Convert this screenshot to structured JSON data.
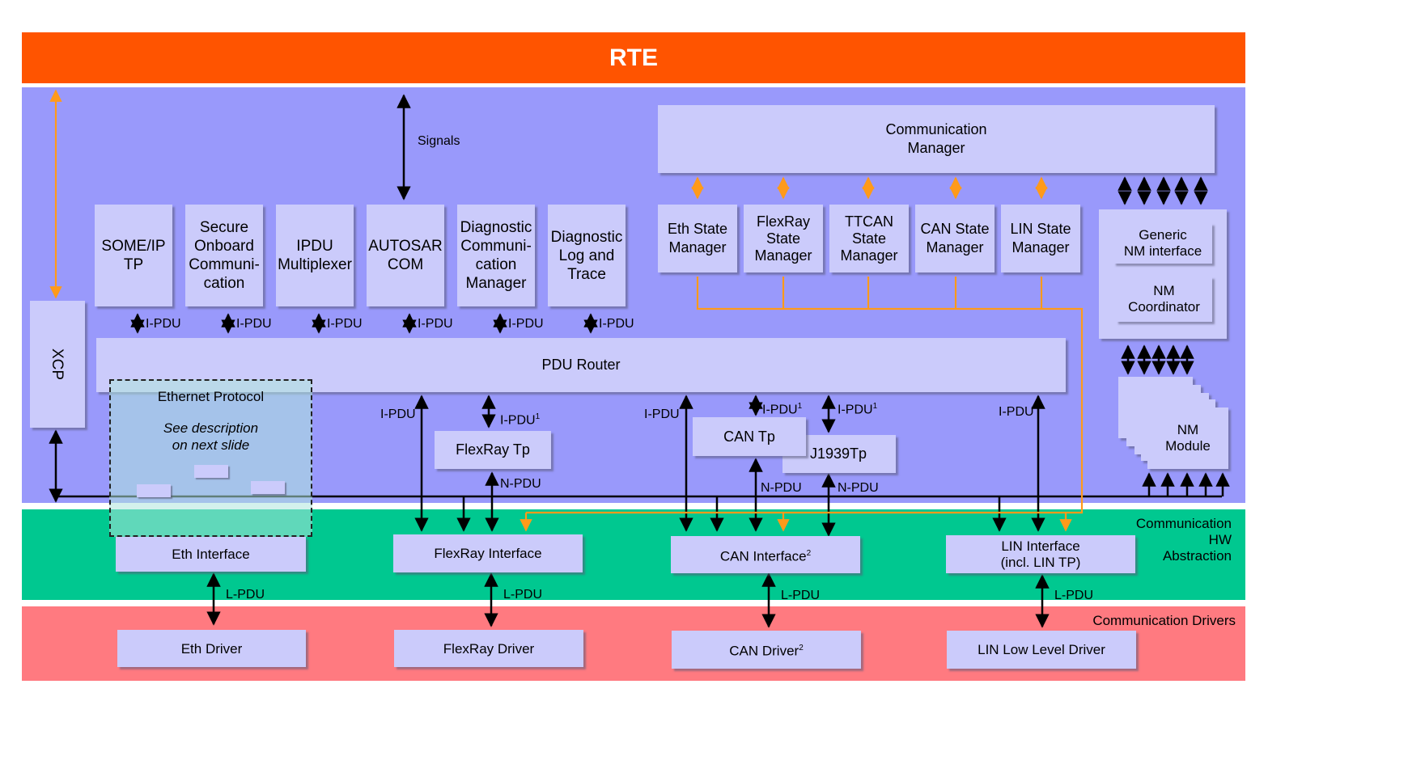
{
  "rte": {
    "label": "RTE"
  },
  "colors": {
    "rte": "#ff5400",
    "services": "#9999fb",
    "hw_abstraction": "#00c890",
    "drivers": "#ff7a80",
    "box": "#cbcbfb",
    "orange_wire": "#ff9a1a",
    "black_wire": "#000000"
  },
  "layers": {
    "hw_abstraction_label": "Communication\nHW\nAbstraction",
    "drivers_label": "Communication Drivers"
  },
  "signals_label": "Signals",
  "modules": {
    "xcp": "XCP",
    "comm_manager": "Communication\nManager",
    "someip_tp": "SOME/IP\nTP",
    "secoc": "Secure\nOnboard\nCommuni-\ncation",
    "ipdu_mux": "IPDU\nMultiplexer",
    "autosar_com": "AUTOSAR\nCOM",
    "dcm": "Diagnostic\nCommuni-\ncation\nManager",
    "dlt": "Diagnostic\nLog and\nTrace",
    "eth_sm": "Eth State\nManager",
    "frsm": "FlexRay\nState\nManager",
    "ttcansm": "TTCAN\nState\nManager",
    "cansm": "CAN State\nManager",
    "linsm": "LIN State\nManager",
    "generic_nm": "Generic\nNM interface",
    "nm_coordinator": "NM\nCoordinator",
    "nm_module": "NM\nModule",
    "pdu_router": "PDU Router",
    "flexray_tp": "FlexRay Tp",
    "can_tp": "CAN Tp",
    "j1939tp": "J1939Tp",
    "eth_interface": "Eth Interface",
    "flexray_interface": "FlexRay Interface",
    "can_interface": "CAN Interface",
    "can_interface_sup": "2",
    "lin_interface": "LIN Interface\n(incl. LIN TP)",
    "eth_driver": "Eth Driver",
    "flexray_driver": "FlexRay Driver",
    "can_driver": "CAN Driver",
    "can_driver_sup": "2",
    "lin_driver": "LIN Low Level Driver"
  },
  "ethernet_protocol": {
    "title": "Ethernet Protocol",
    "note": "See description\non next slide"
  },
  "pdu_labels": {
    "ipdu": "I-PDU",
    "ipdu_sup": "1",
    "npdu": "N-PDU",
    "lpdu": "L-PDU"
  }
}
